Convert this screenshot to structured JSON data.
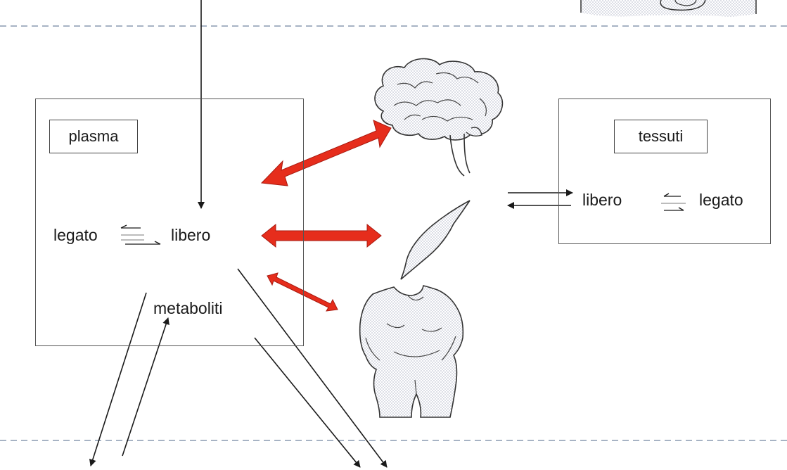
{
  "plasma": {
    "title": "plasma",
    "bound": "legato",
    "free": "libero",
    "metabolites": "metaboliti"
  },
  "tissues": {
    "title": "tessuti",
    "free": "libero",
    "bound": "legato"
  },
  "organs": [
    {
      "name": "brain",
      "icon": "brain-icon"
    },
    {
      "name": "muscle",
      "icon": "muscle-icon"
    },
    {
      "name": "adipose",
      "icon": "body-icon"
    }
  ],
  "colors": {
    "exchange_arrow": "#e62d1c",
    "line": "#1a1a1a",
    "divider": "#8a9ab0",
    "stipple": "#c8cad6"
  }
}
